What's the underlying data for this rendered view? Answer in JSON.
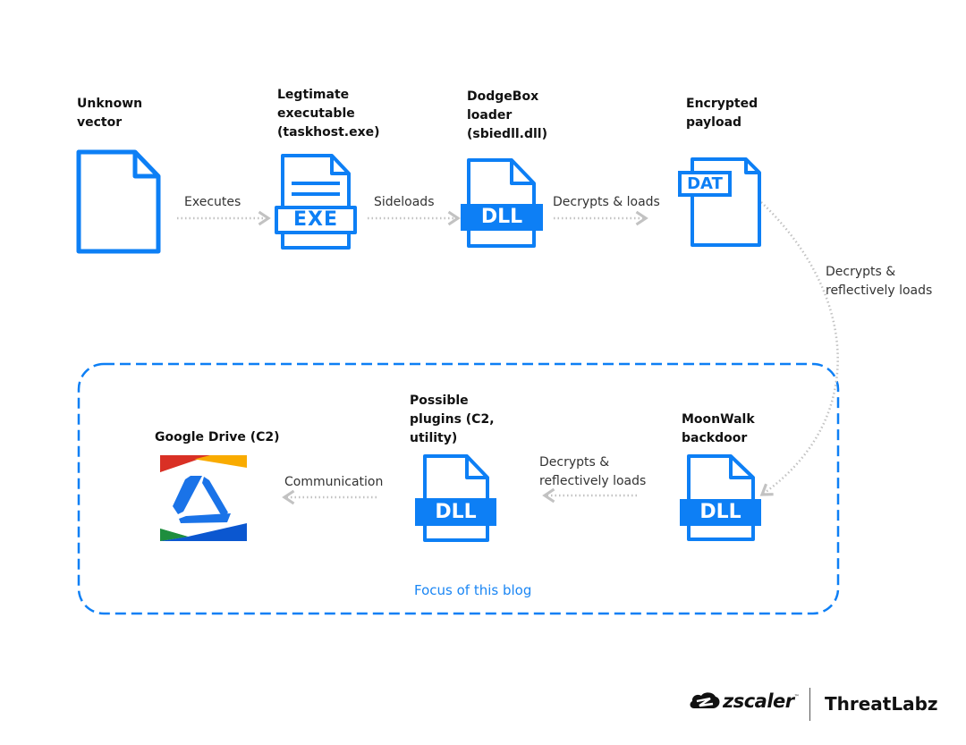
{
  "colors": {
    "accent_blue": "#0d7ff5",
    "connector_gray": "#c2c2c2",
    "focus_text": "#1a86f4"
  },
  "nodes": [
    {
      "id": "unknown-vector",
      "title": "Unknown\nvector",
      "icon": "blank-file-icon"
    },
    {
      "id": "legit-exe",
      "title": "Legtimate\nexecutable\n(taskhost.exe)",
      "icon": "exe-file-icon",
      "badge": "EXE"
    },
    {
      "id": "dodgebox",
      "title": "DodgeBox\nloader\n(sbiedll.dll)",
      "icon": "dll-file-icon",
      "badge": "DLL"
    },
    {
      "id": "encrypted-payload",
      "title": "Encrypted\npayload",
      "icon": "dat-file-icon",
      "badge": "DAT"
    },
    {
      "id": "moonwalk",
      "title": "MoonWalk\nbackdoor",
      "icon": "dll-file-icon",
      "badge": "DLL"
    },
    {
      "id": "plugins",
      "title": "Possible\nplugins (C2,\nutility)",
      "icon": "dll-file-icon",
      "badge": "DLL"
    },
    {
      "id": "google-drive",
      "title": "Google Drive (C2)",
      "icon": "google-drive-icon"
    }
  ],
  "edges": [
    {
      "from": "unknown-vector",
      "to": "legit-exe",
      "label": "Executes"
    },
    {
      "from": "legit-exe",
      "to": "dodgebox",
      "label": "Sideloads"
    },
    {
      "from": "dodgebox",
      "to": "encrypted-payload",
      "label": "Decrypts & loads"
    },
    {
      "from": "encrypted-payload",
      "to": "moonwalk",
      "label": "Decrypts &\nreflectively loads"
    },
    {
      "from": "moonwalk",
      "to": "plugins",
      "label": "Decrypts &\nreflectively loads"
    },
    {
      "from": "plugins",
      "to": "google-drive",
      "label": "Communication"
    }
  ],
  "focus_region": {
    "label": "Focus of this blog"
  },
  "branding": {
    "company": "zscaler",
    "trademark": "™",
    "lab": "ThreatLabz"
  }
}
